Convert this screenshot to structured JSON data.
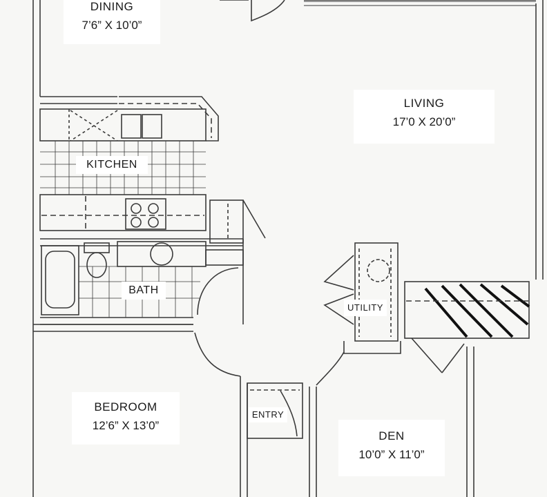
{
  "rooms": {
    "dining": {
      "name": "DINING",
      "dims": "7’6” X 10’0”"
    },
    "living": {
      "name": "LIVING",
      "dims": "17’0 X 20’0”"
    },
    "kitchen": {
      "name": "KITCHEN"
    },
    "bath": {
      "name": "BATH"
    },
    "utility": {
      "name": "UTILITY"
    },
    "bedroom": {
      "name": "BEDROOM",
      "dims": "12’6” X 13’0”"
    },
    "entry": {
      "name": "ENTRY"
    },
    "den": {
      "name": "DEN",
      "dims": "10’0” X 11’0”"
    }
  },
  "colors": {
    "line": "#3a3a3a",
    "paper": "#f7f7f5",
    "label_bg": "#ffffff"
  }
}
